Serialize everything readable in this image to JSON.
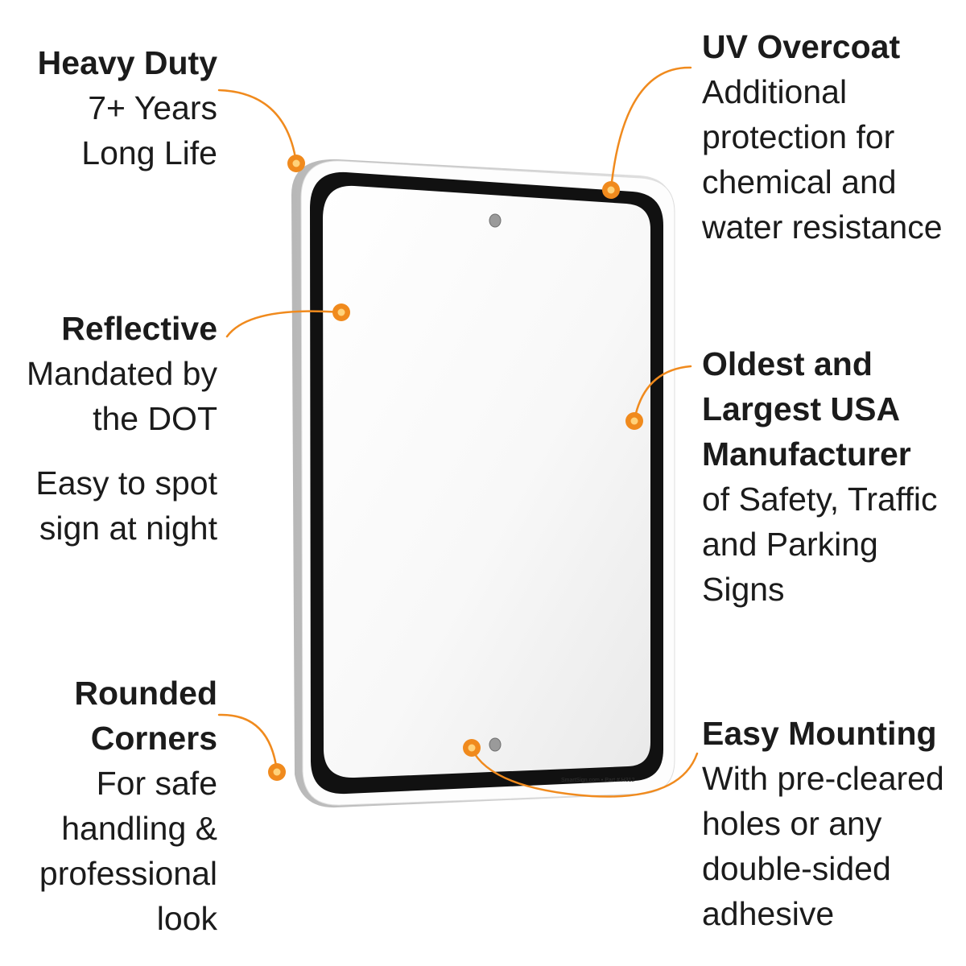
{
  "features": {
    "heavy_duty": {
      "title": "Heavy Duty",
      "lines": [
        "7+ Years",
        "Long Life"
      ]
    },
    "reflective": {
      "title": "Reflective",
      "lines": [
        "Mandated by",
        "the DOT"
      ],
      "extra_lines": [
        "Easy to spot",
        "sign at night"
      ]
    },
    "rounded_corners": {
      "title_lines": [
        "Rounded",
        "Corners"
      ],
      "lines": [
        "For safe",
        "handling &",
        "professional",
        "look"
      ]
    },
    "uv_overcoat": {
      "title": "UV Overcoat",
      "lines": [
        "Additional",
        "protection for",
        "chemical and",
        "water resistance"
      ]
    },
    "oldest_largest": {
      "title_lines": [
        "Oldest and",
        "Largest USA",
        "Manufacturer"
      ],
      "lines": [
        "of Safety, Traffic",
        "and Parking",
        "Signs"
      ]
    },
    "easy_mounting": {
      "title": "Easy Mounting",
      "lines": [
        "With pre-cleared",
        "holes or any",
        "double-sided",
        "adhesive"
      ]
    }
  },
  "sign": {
    "credit": "SmartSign.com • Part # H312"
  },
  "colors": {
    "accent": "#f08a1d",
    "border": "#111111",
    "text": "#1b1b1b"
  }
}
